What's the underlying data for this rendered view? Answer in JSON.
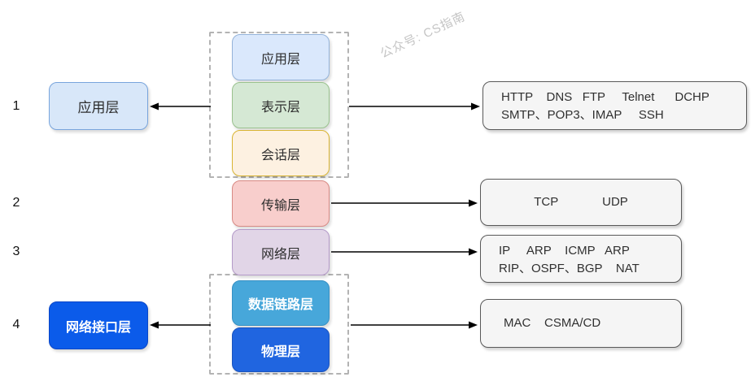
{
  "watermark": "公众号: CS指南",
  "left_column": {
    "row1_num": "1",
    "row2_num": "2",
    "row3_num": "3",
    "row4_num": "4",
    "application_layer": "应用层",
    "network_interface_layer": "网络接口层"
  },
  "osi_layers": {
    "application": "应用层",
    "presentation": "表示层",
    "session": "会话层",
    "transport": "传输层",
    "network": "网络层",
    "datalink": "数据链路层",
    "physical": "物理层"
  },
  "protocols": {
    "application": {
      "line1": "HTTP    DNS   FTP     Telnet      DCHP",
      "line2": "SMTP、POP3、IMAP     SSH"
    },
    "transport": {
      "line1": "TCP             UDP"
    },
    "network": {
      "line1": "IP     ARP    ICMP   ARP",
      "line2": "RIP、OSPF、BGP    NAT"
    },
    "datalink": {
      "line1": "MAC    CSMA/CD"
    }
  },
  "colors": {
    "osi_application": {
      "fill": "#dae8fc",
      "border": "#94b3d9"
    },
    "osi_presentation": {
      "fill": "#d5e8d4",
      "border": "#9ac28e"
    },
    "osi_session": {
      "fill": "#fdf1e1",
      "border": "#d9b432"
    },
    "osi_transport": {
      "fill": "#f8cecc",
      "border": "#d88a84"
    },
    "osi_network": {
      "fill": "#e1d5e7",
      "border": "#b49ac8"
    },
    "osi_datalink": {
      "fill": "#47a7da",
      "border": "#3690c4"
    },
    "osi_physical": {
      "fill": "#2065e0",
      "border": "#1a54be"
    },
    "tcpip_application": {
      "fill": "#d8e7f9",
      "border": "#78a4dc"
    },
    "tcpip_network_interface": {
      "fill": "#0b5bea",
      "border": "#0946c8"
    },
    "protocol_box_fill": "#f5f5f5",
    "arrow": "#000000",
    "dashed_border": "#b3b3b3"
  }
}
